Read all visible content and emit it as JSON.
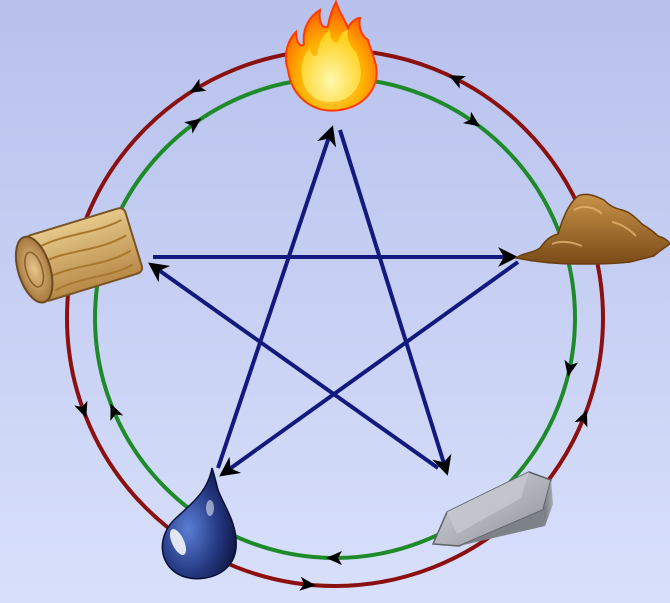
{
  "diagram": {
    "colors": {
      "background_top": "#b7c1ec",
      "background_bottom": "#d8e0fb",
      "outer_ring": "#8b1010",
      "inner_ring": "#1f8a2a",
      "star": "#14197e",
      "arrowhead": "#000000"
    },
    "elements": [
      {
        "id": "fire",
        "icon": "fire-icon"
      },
      {
        "id": "earth",
        "icon": "earth-pile-icon"
      },
      {
        "id": "metal",
        "icon": "metal-ingot-icon"
      },
      {
        "id": "water",
        "icon": "water-drop-icon"
      },
      {
        "id": "wood",
        "icon": "wood-log-icon"
      }
    ],
    "outer_ring_cycle": [
      "fire",
      "wood",
      "water",
      "metal",
      "earth",
      "fire"
    ],
    "inner_ring_cycle": [
      "wood",
      "fire",
      "earth",
      "metal",
      "water",
      "wood"
    ],
    "star_cycle": [
      "fire",
      "metal",
      "wood",
      "earth",
      "water",
      "fire"
    ]
  }
}
